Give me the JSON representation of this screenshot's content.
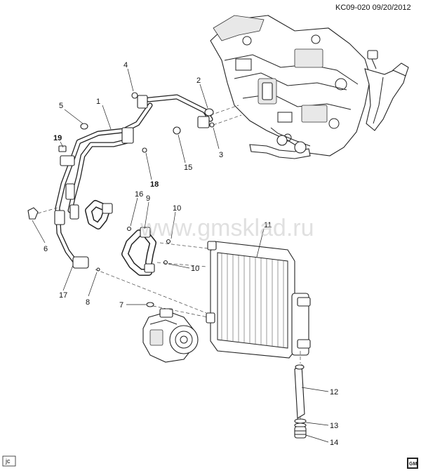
{
  "header": {
    "code": "KC09-020  09/20/2012"
  },
  "watermark": "www.gmsklad.ru",
  "corner_tag": "jc",
  "logo": "GM",
  "callouts": [
    {
      "id": "c1",
      "text": "1"
    },
    {
      "id": "c2",
      "text": "2"
    },
    {
      "id": "c3",
      "text": "3"
    },
    {
      "id": "c4",
      "text": "4"
    },
    {
      "id": "c5",
      "text": "5"
    },
    {
      "id": "c6",
      "text": "6"
    },
    {
      "id": "c7",
      "text": "7"
    },
    {
      "id": "c8",
      "text": "8"
    },
    {
      "id": "c9",
      "text": "9"
    },
    {
      "id": "c10a",
      "text": "10"
    },
    {
      "id": "c10b",
      "text": "10"
    },
    {
      "id": "c11",
      "text": "11"
    },
    {
      "id": "c12",
      "text": "12"
    },
    {
      "id": "c13",
      "text": "13"
    },
    {
      "id": "c14",
      "text": "14"
    },
    {
      "id": "c15",
      "text": "15"
    },
    {
      "id": "c16",
      "text": "16"
    },
    {
      "id": "c17",
      "text": "17"
    },
    {
      "id": "c18",
      "text": "18"
    },
    {
      "id": "c19",
      "text": "19"
    }
  ]
}
